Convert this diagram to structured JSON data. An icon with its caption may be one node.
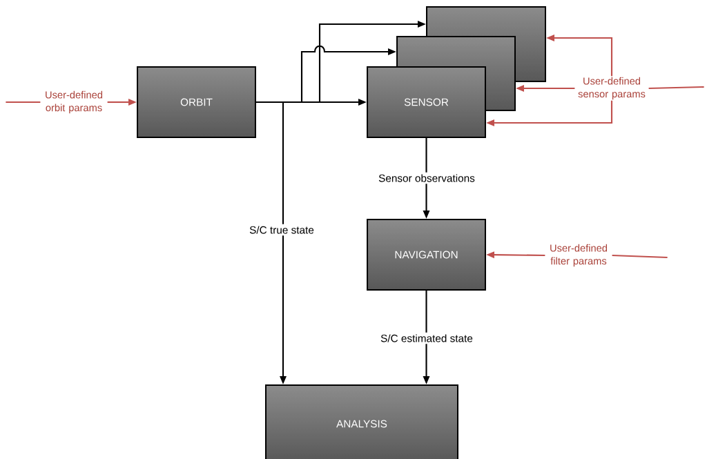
{
  "diagram": {
    "nodes": [
      {
        "text": [
          "User-defined orbit params"
        ]
      },
      {
        "text": [
          "ORBIT"
        ]
      },
      {
        "text": [],
        "shape": "box"
      },
      {
        "text": [],
        "shape": "box"
      },
      {
        "text": [
          "SENSOR"
        ]
      },
      {
        "text": [
          "User-defined sensor params"
        ]
      },
      {
        "text": [
          "NAVIGATION"
        ]
      },
      {
        "text": [
          "User-defined filter params"
        ]
      },
      {
        "text": [
          "ANALYSIS"
        ]
      }
    ],
    "edges": [
      {
        "from": null,
        "to": 0,
        "arrow": "none",
        "color": "#c0504d"
      },
      {
        "from": 0,
        "to": 1,
        "arrow": "to",
        "color": "#c0504d"
      },
      {
        "from": 1,
        "to": 4,
        "arrow": "to",
        "color": "#000000"
      },
      {
        "from": 1,
        "to": 3,
        "arrow": "to",
        "color": "#000000"
      },
      {
        "from": 1,
        "to": 2,
        "arrow": "to",
        "color": "#000000"
      },
      {
        "from": 1,
        "to": 8,
        "arrow": "to",
        "label": "S/C true state",
        "color": "#000000"
      },
      {
        "from": null,
        "to": 5,
        "arrow": "none",
        "color": "#c0504d"
      },
      {
        "from": 5,
        "to": 2,
        "arrow": "to",
        "color": "#c0504d"
      },
      {
        "from": 5,
        "to": 3,
        "arrow": "to",
        "color": "#c0504d"
      },
      {
        "from": 5,
        "to": 4,
        "arrow": "to",
        "color": "#c0504d"
      },
      {
        "from": 4,
        "to": 6,
        "arrow": "to",
        "label": "Sensor observations",
        "color": "#000000"
      },
      {
        "from": null,
        "to": 7,
        "arrow": "none",
        "color": "#c0504d"
      },
      {
        "from": 7,
        "to": 6,
        "arrow": "to",
        "color": "#c0504d"
      },
      {
        "from": 6,
        "to": 8,
        "arrow": "to",
        "label": "S/C estimated state",
        "color": "#000000"
      }
    ]
  }
}
